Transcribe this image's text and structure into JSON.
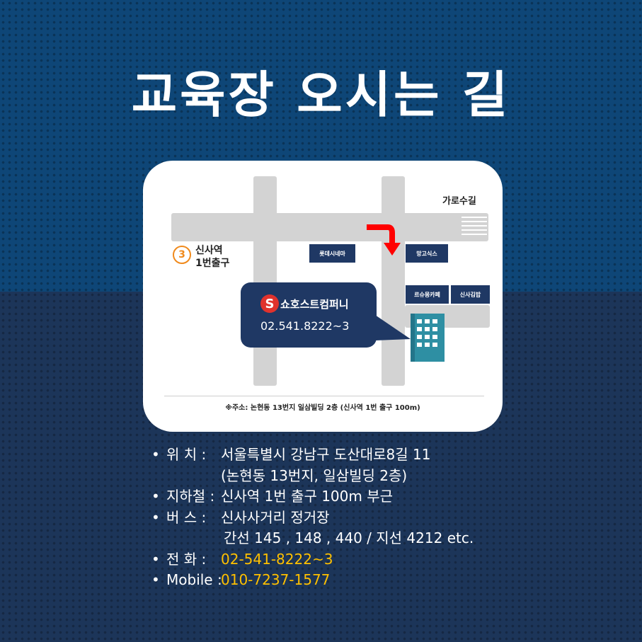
{
  "title": "교육장 오시는 길",
  "map": {
    "street_garosugil": "가로수길",
    "station_number": "3",
    "station_line1": "신사역",
    "station_line2": "1번출구",
    "place_lotte": "롯데시네마",
    "place_mango": "망고식스",
    "place_cafe": "르슈몽카페",
    "place_gimbap": "신사김밥",
    "company_logo_letter": "S",
    "company_name": "쇼호스트컴퍼니",
    "company_phone": "02.541.8222~3",
    "address_note": "※주소: 논현동 13번지 일삼빌딩 2층 (신사역 1번 출구 100m)"
  },
  "info": {
    "bullet": "•",
    "location_label": "위   치 :",
    "location_value": "서울특별시 강남구 도산대로8길 11",
    "location_value2": "(논현동 13번지, 일삼빌딩 2층)",
    "subway_label": "지하철 :",
    "subway_value": "신사역 1번 출구 100m 부근",
    "bus_label": "버   스 :",
    "bus_value": "신사사거리 정거장",
    "bus_value2": "간선 145 , 148 , 440 / 지선 4212 etc.",
    "phone_label": "전   화 :",
    "phone_value": "02-541-8222~3",
    "mobile_label": "Mobile :",
    "mobile_value": "010-7237-1577"
  },
  "colors": {
    "accent_orange": "#ffc000",
    "navy": "#1f3864",
    "arrow_red": "#ff0000",
    "building_teal": "#2e8fa3"
  }
}
